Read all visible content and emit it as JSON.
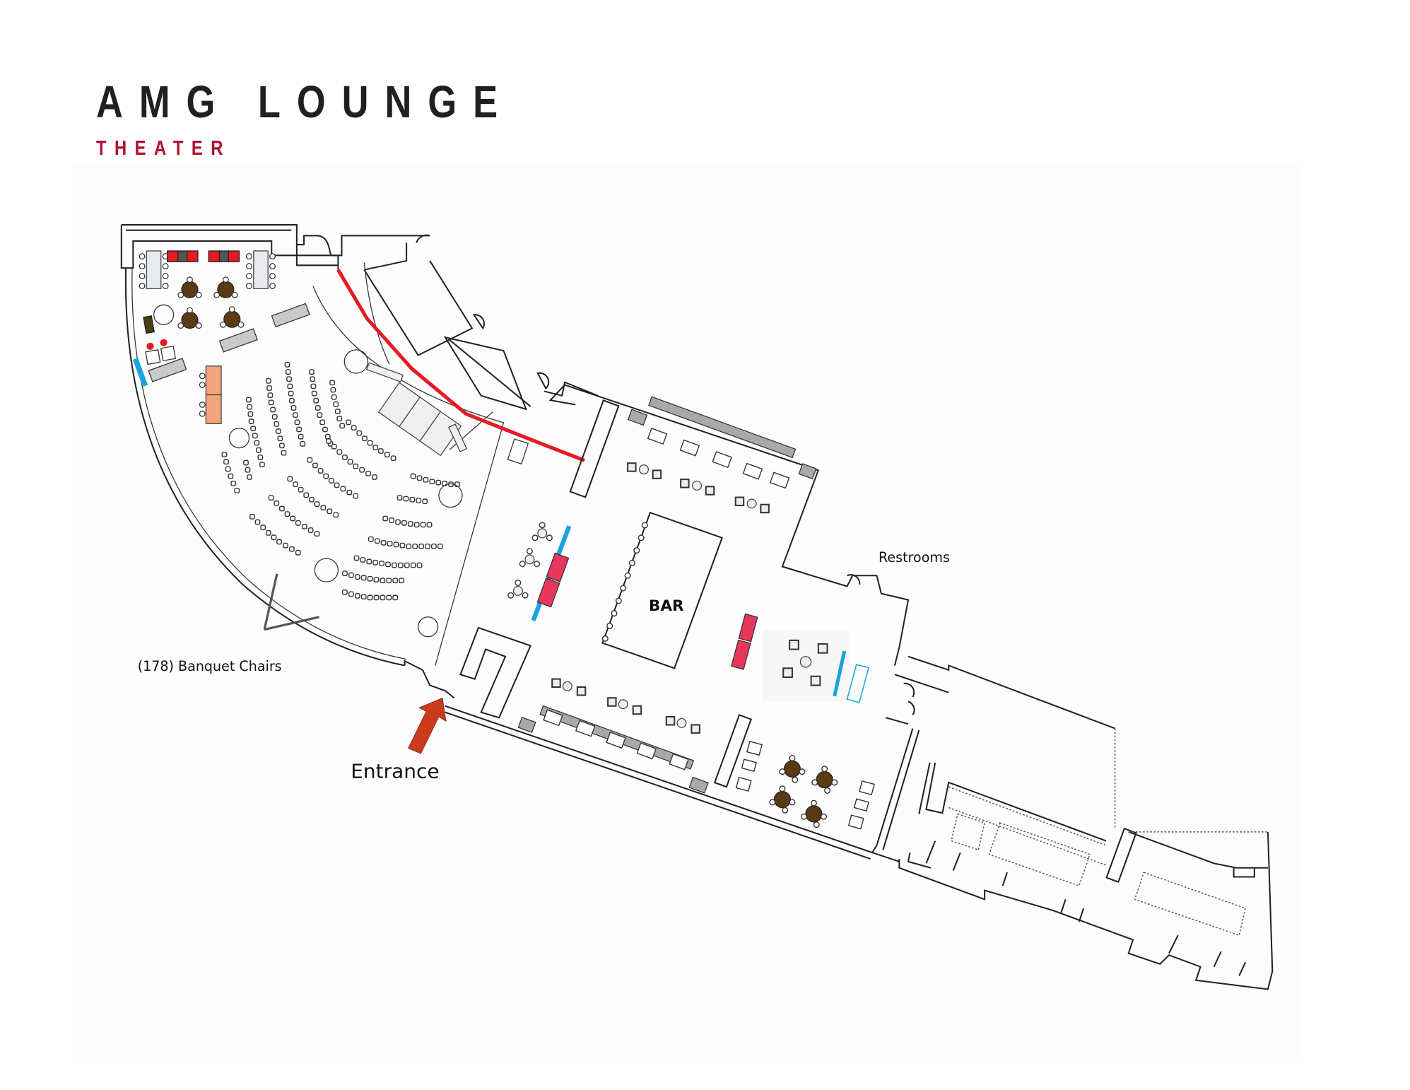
{
  "header": {
    "title": "AMG LOUNGE",
    "subtitle": "THEATER"
  },
  "labels": {
    "bar": "BAR",
    "restrooms": "Restrooms",
    "banquet_chairs": "(178) Banquet Chairs",
    "entrance": "Entrance"
  },
  "legend_colors": {
    "title": "#231f20",
    "subtitle": "#b2102d",
    "stage_curtain": "#e31b23",
    "blue_divider": "#1aa3df",
    "pink_sofa": "#e8365d",
    "orange_table": "#f4a47c",
    "brown_table": "#5a3a12",
    "entrance_arrow": "#cc3a1e",
    "banquette_gray": "#a9a9a9"
  },
  "seating": {
    "theater_chairs_count": "178"
  }
}
